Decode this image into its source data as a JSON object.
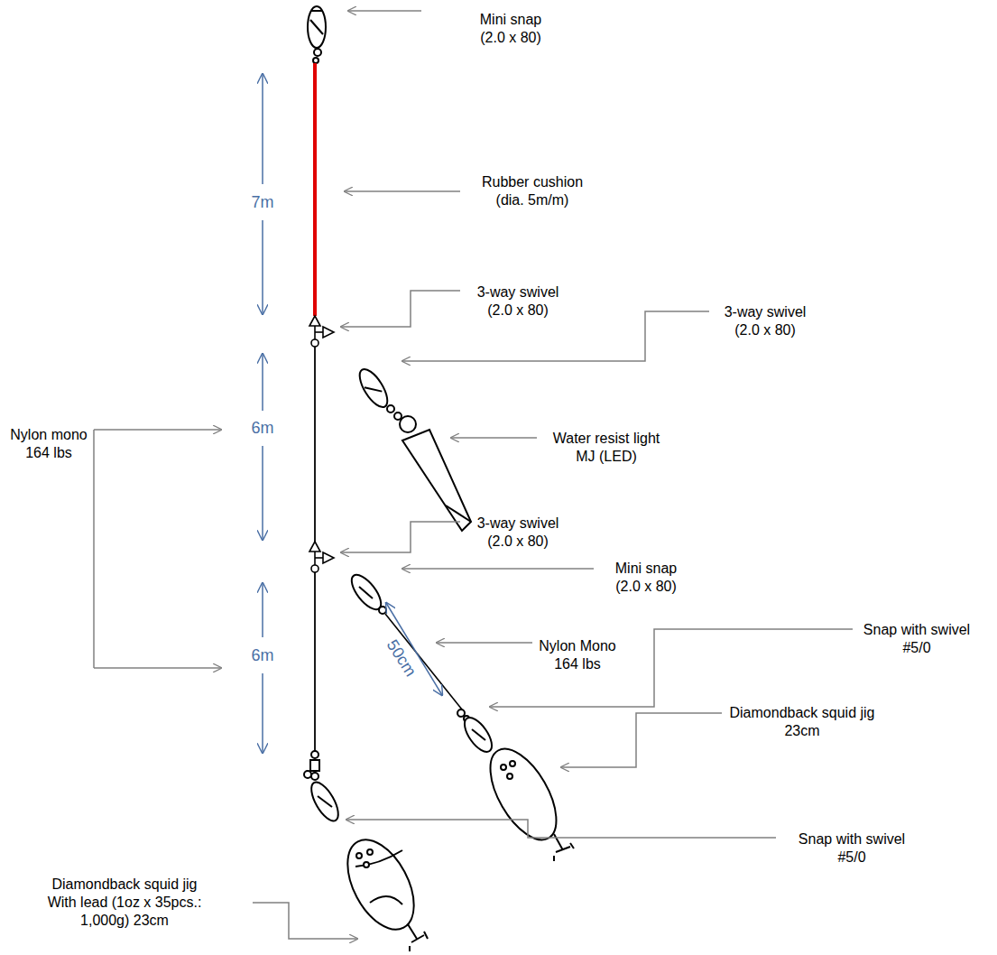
{
  "diagram": {
    "labels": [
      "Mini snap (2.0 x 80)",
      "7m",
      "Rubber cushion (dia. 5m/m)",
      "3-way swivel (2.0 x 80)",
      "3-way swivel (2.0 x 80)",
      "6m",
      "Water resist light MJ (LED)",
      "Nylon mono 164 lbs",
      "3-way swivel (2.0 x 80)",
      "Mini snap (2.0 x 80)",
      "50cm",
      "Nylon Mono 164 lbs",
      "Snap with swivel #5/0",
      "Diamondback squid jig 23cm",
      "6m",
      "Diamondback squid jig With lead (1oz x 35pcs.: 1,000g) 23cm",
      "Snap with swivel #5/0"
    ]
  }
}
